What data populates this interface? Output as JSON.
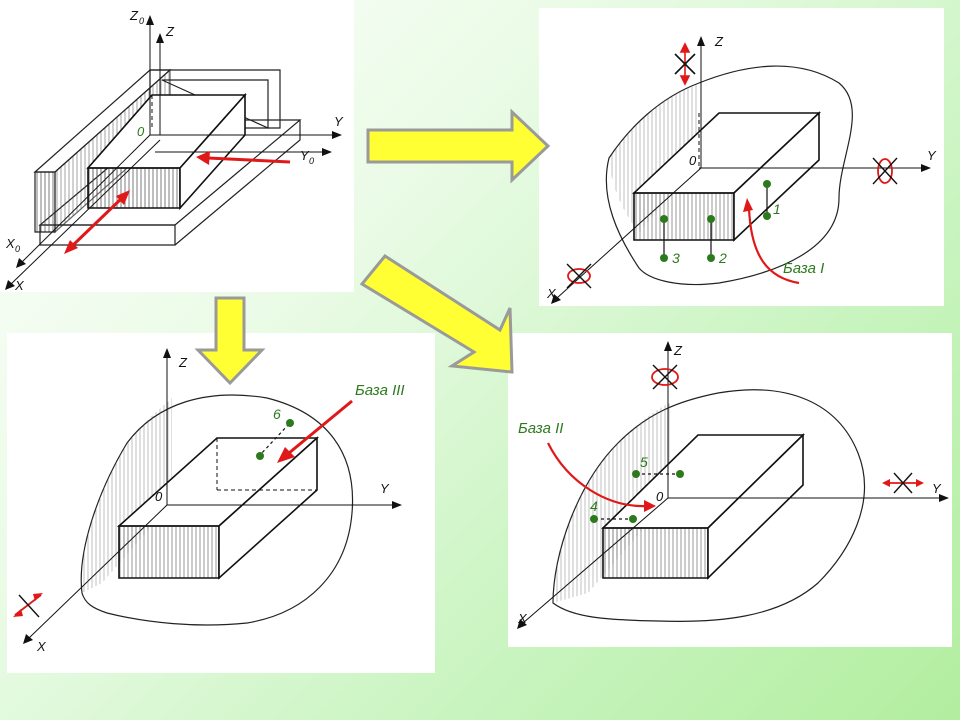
{
  "panel1": {
    "axes": {
      "z0": "Z",
      "z0_sub": "0",
      "z": "Z",
      "y": "Y",
      "y0": "Y",
      "y0_sub": "0",
      "x0": "X",
      "x0_sub": "0",
      "x": "X"
    },
    "origin": "0"
  },
  "panel2": {
    "axes": {
      "z": "Z",
      "y": "Y",
      "x": "X"
    },
    "origin": "0",
    "points": [
      "1",
      "2",
      "3"
    ],
    "base_label": "База I"
  },
  "panel3": {
    "axes": {
      "z": "Z",
      "y": "Y",
      "x": "X"
    },
    "origin": "0",
    "points": [
      "6"
    ],
    "base_label": "База III"
  },
  "panel4": {
    "axes": {
      "z": "Z",
      "y": "Y",
      "x": "X"
    },
    "origin": "0",
    "points": [
      "4",
      "5"
    ],
    "base_label": "База II"
  },
  "colors": {
    "arrow_fill": "#ffff33",
    "arrow_stroke": "#9a9a9a",
    "accent_red": "#e01818",
    "point_green": "#2c7a1d"
  }
}
